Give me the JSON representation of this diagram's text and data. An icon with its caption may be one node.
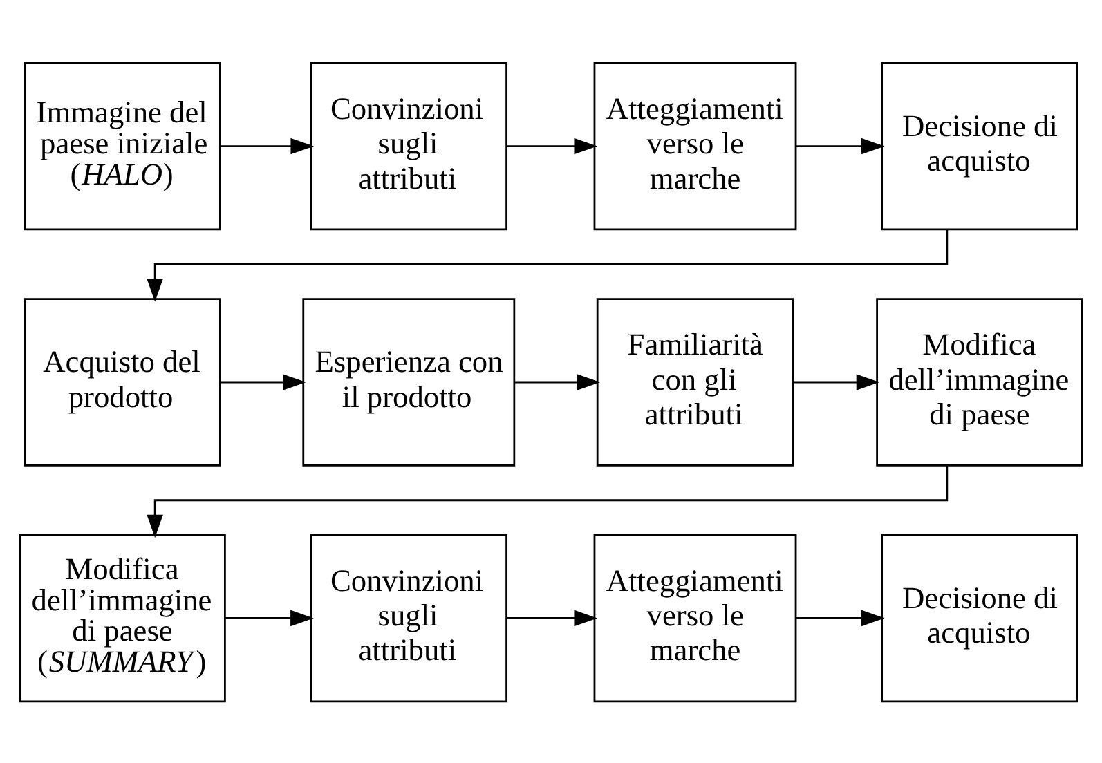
{
  "diagram": {
    "nodes": [
      {
        "text": [
          "Immagine del paese iniziale (*HALO*)"
        ]
      },
      {
        "text": [
          "Convinzioni sugli attributi"
        ]
      },
      {
        "text": [
          "Atteggiamenti verso le marche"
        ]
      },
      {
        "text": [
          "Decisione di acquisto"
        ]
      },
      {
        "text": [
          "Acquisto del prodotto"
        ]
      },
      {
        "text": [
          "Esperienza con il prodotto"
        ]
      },
      {
        "text": [
          "Familiarità con gli attributi"
        ]
      },
      {
        "text": [
          "Modifica dell’immagine di paese"
        ]
      },
      {
        "text": [
          "Modifica dell’immagine di paese (*SUMMARY*)"
        ]
      },
      {
        "text": [
          "Convinzioni sugli attributi"
        ]
      },
      {
        "text": [
          "Atteggiamenti verso le marche"
        ]
      },
      {
        "text": [
          "Decisione di acquisto"
        ]
      }
    ],
    "edges": [
      {
        "from": 0,
        "to": 1,
        "arrow": "to"
      },
      {
        "from": 1,
        "to": 2,
        "arrow": "to"
      },
      {
        "from": 2,
        "to": 3,
        "arrow": "to"
      },
      {
        "from": 3,
        "to": 4,
        "arrow": "to"
      },
      {
        "from": 4,
        "to": 5,
        "arrow": "to"
      },
      {
        "from": 5,
        "to": 6,
        "arrow": "to"
      },
      {
        "from": 6,
        "to": 7,
        "arrow": "to"
      },
      {
        "from": 7,
        "to": 8,
        "arrow": "to"
      },
      {
        "from": 8,
        "to": 9,
        "arrow": "to"
      },
      {
        "from": 9,
        "to": 10,
        "arrow": "to"
      },
      {
        "from": 10,
        "to": 11,
        "arrow": "to"
      }
    ]
  }
}
